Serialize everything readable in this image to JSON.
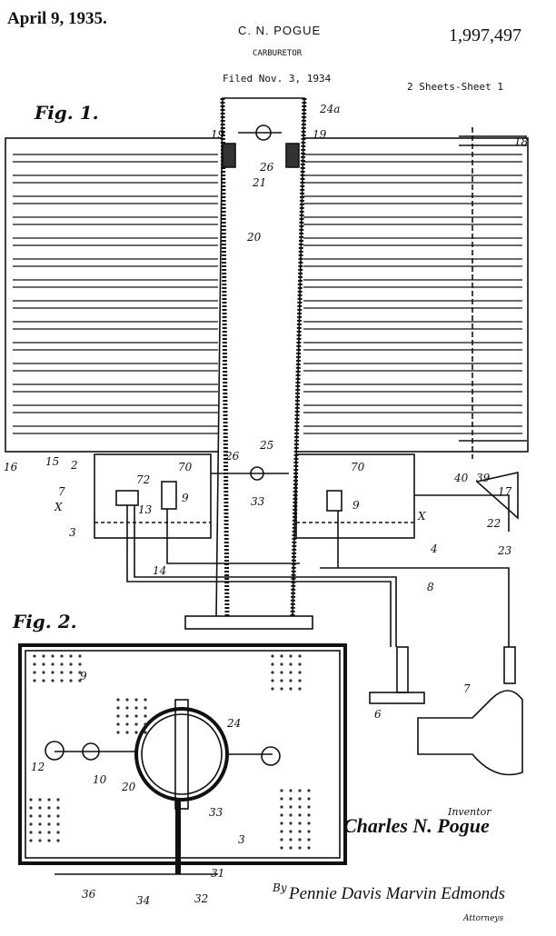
{
  "header": {
    "date": "April 9, 1935.",
    "inventor_name": "C. N. POGUE",
    "title": "CARBURETOR",
    "filed": "Filed Nov. 3, 1934",
    "patent_number": "1,997,497",
    "sheets": "2 Sheets-Sheet 1"
  },
  "figures": {
    "fig1": "Fig. 1.",
    "fig2": "Fig. 2."
  },
  "reference_numerals": {
    "r24a": "24a",
    "r19a": "19",
    "r19b": "19",
    "r18": "18",
    "r26": "26",
    "r21": "21",
    "r20": "20",
    "r16": "16",
    "r15": "15",
    "r2": "2",
    "r25": "25",
    "r26b": "26",
    "r72": "72",
    "r70a": "70",
    "r70b": "70",
    "r9a": "9",
    "r9b": "9",
    "r13": "13",
    "r33": "33",
    "r40": "40",
    "r39": "39",
    "r17": "17",
    "r22": "22",
    "r23": "23",
    "r7x": "7",
    "rXa": "X",
    "rXb": "X",
    "r3": "3",
    "r14": "14",
    "r8": "8",
    "r4": "4",
    "r6": "6",
    "r7": "7",
    "f2_9": "9",
    "f2_24": "24",
    "f2_12": "12",
    "f2_10": "10",
    "f2_20": "20",
    "f2_33": "33",
    "f2_3": "3",
    "f2_36": "36",
    "f2_34": "34",
    "f2_32": "32",
    "f2_31": "31"
  },
  "signature": {
    "inventor_label": "Inventor",
    "inventor": "Charles N. Pogue",
    "by": "By",
    "attorneys": "Pennie Davis Marvin Edmonds",
    "attorneys_label": "Attorneys"
  }
}
